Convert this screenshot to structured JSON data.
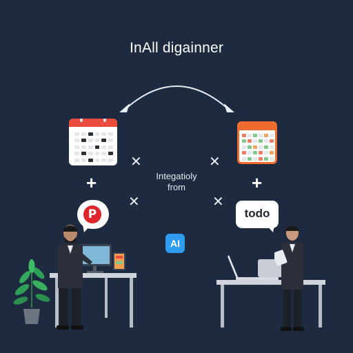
{
  "title": "InAll digainner",
  "center_text": {
    "line1": "Integatioly",
    "line2": "from"
  },
  "plus_symbol": "+",
  "cross_symbol": "✕",
  "pinterest_glyph": "P",
  "todo_label": "todo",
  "ai_badge_label": "AI",
  "icons": [
    "calendar-icon",
    "calendar-icon",
    "pinterest-icon",
    "todo-speech-bubble",
    "ai-icon",
    "potted-plant",
    "laptop-icon",
    "monitor-icon"
  ],
  "colors": {
    "background": "#1e2a3f",
    "calendar_header_red": "#e94b3c",
    "calendar_header_orange": "#ef6b2e",
    "pinterest_red": "#e0252c",
    "ai_blue": "#2d9cf1",
    "plant_green": "#2f9e56",
    "desk": "#cfd4dc"
  }
}
